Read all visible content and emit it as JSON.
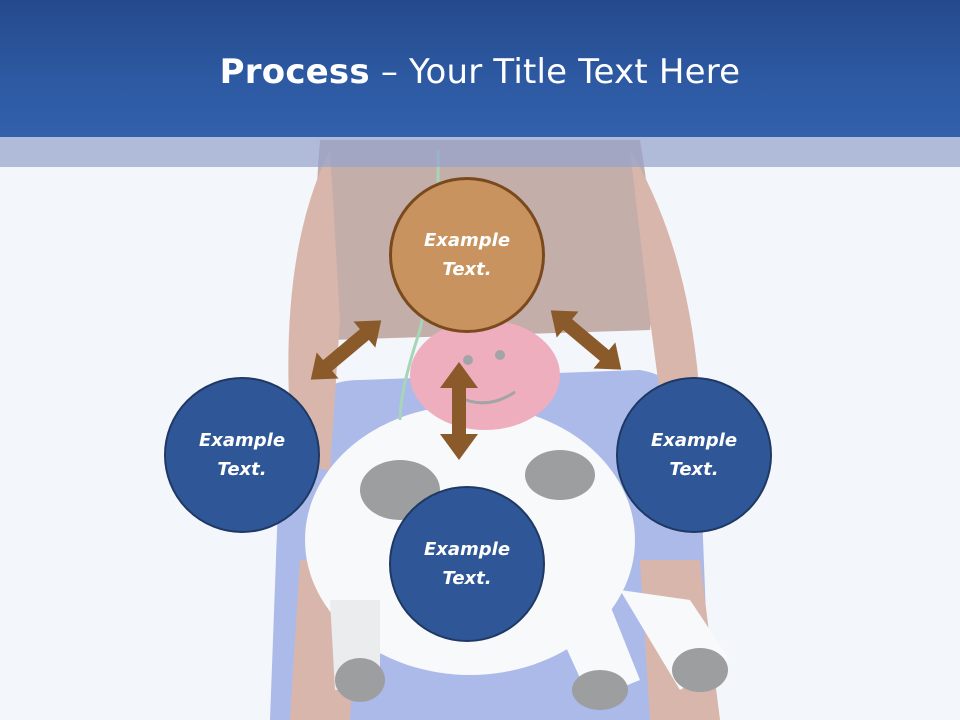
{
  "slide": {
    "title_bold": "Process",
    "title_separator": " – ",
    "title_rest": "Your Title Text Here"
  },
  "nodes": {
    "top": "Example Text.",
    "left": "Example Text.",
    "right": "Example Text.",
    "bottom": "Example Text."
  },
  "colors": {
    "title_bar": "#2d5aa3",
    "node_blue": "#2f5797",
    "node_orange": "#c8935f",
    "arrow": "#8b5a2b"
  }
}
